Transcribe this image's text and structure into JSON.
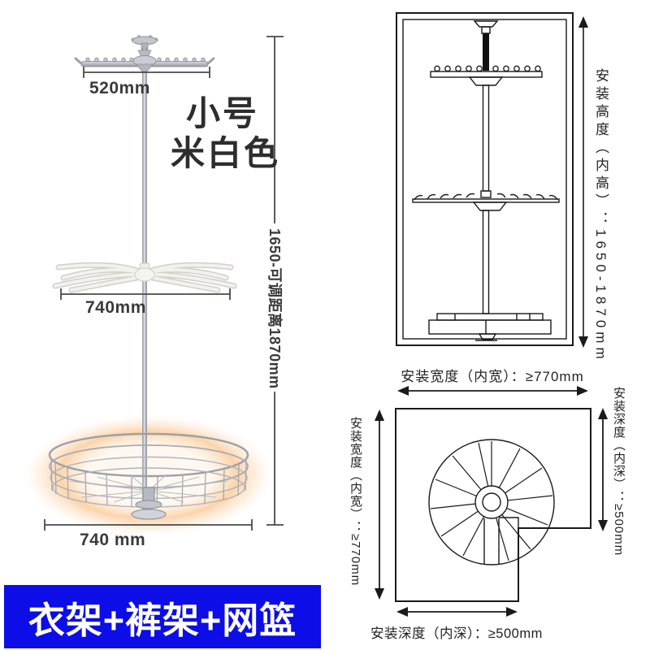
{
  "product_photo": {
    "size_label": "小号",
    "color_label": "米白色",
    "dim_top_width": "520mm",
    "dim_mid_width": "740mm",
    "dim_bottom_width": "740 mm",
    "dim_height_range": "1650-可调距离1870mm"
  },
  "banner": {
    "text": "衣架+裤架+网篮"
  },
  "install_diagrams": {
    "height_label": "安装高度（内高）：1650-1870mm",
    "width_label": "安装宽度（内宽）：≥770mm",
    "corner_left_label": "安装宽度（内宽）：≥770mm",
    "corner_right_label": "安装深度（内深）：≥500mm",
    "corner_bottom_label": "安装深度（内深）：≥500mm"
  },
  "colors": {
    "banner_bg": "#0d0de8",
    "banner_text": "#ffffff",
    "glow_highlight": "#f7b469",
    "diagram_line": "#1a1a1a",
    "dimension_text": "#3a3a3a"
  }
}
